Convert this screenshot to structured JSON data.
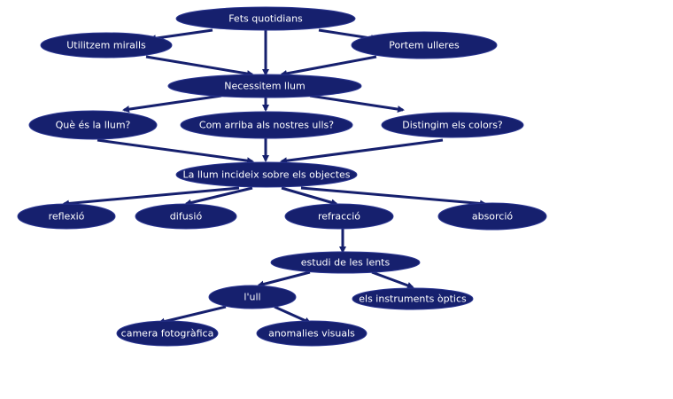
{
  "diagram": {
    "colors": {
      "node_fill": "#16206e",
      "edge": "#16206e",
      "text": "#ffffff",
      "background": "#ffffff"
    },
    "nodes": {
      "fets": "Fets quotidians",
      "miralls": "Utilitzem miralls",
      "ulleres": "Portem ulleres",
      "llum": "Necessitem llum",
      "que": "Què és la llum?",
      "com": "Com arriba als nostres ulls?",
      "colors": "Distingim els colors?",
      "incideix": "La llum incideix sobre els objectes",
      "reflexio": "reflexió",
      "difusio": "difusió",
      "refraccio": "refracció",
      "absorcio": "absorció",
      "lents": "estudi de les lents",
      "ull": "l'ull",
      "instruments": "els instruments òptics",
      "camera": "camera fotogràfica",
      "anomalies": "anomalies visuals"
    }
  }
}
